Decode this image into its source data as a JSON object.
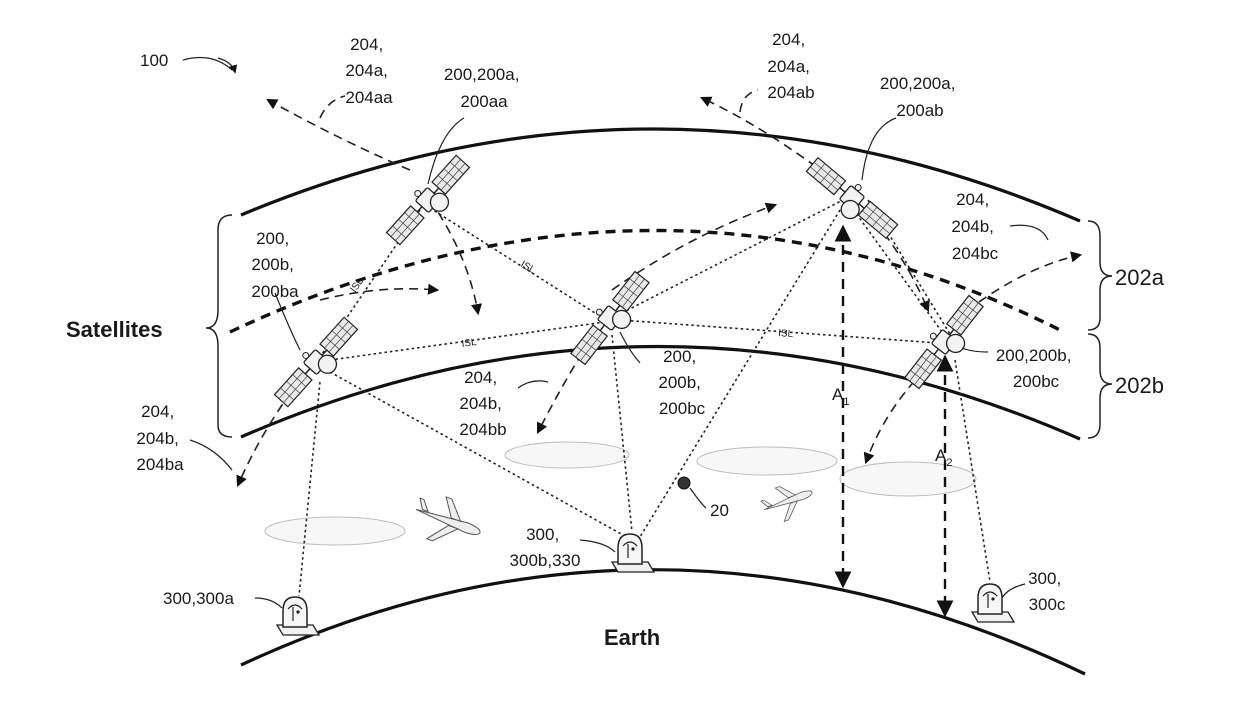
{
  "title": "100",
  "labels": {
    "satellites": "Satellites",
    "earth": "Earth",
    "layer_a": "202a",
    "layer_b": "202b",
    "altitude_1": "A",
    "altitude_1_sub": "1",
    "altitude_2": "A",
    "altitude_2_sub": "2",
    "isl": "ISL",
    "object": "20"
  },
  "callouts": {
    "path_aa": [
      "204,",
      "204a,",
      "204aa"
    ],
    "sat_aa": [
      "200,200a,",
      "200aa"
    ],
    "path_ab": [
      "204,",
      "204a,",
      "204ab"
    ],
    "sat_ab": [
      "200,200a,",
      "200ab"
    ],
    "path_bc": [
      "204,",
      "204b,",
      "204bc"
    ],
    "sat_ba": [
      "200,",
      "200b,",
      "200ba"
    ],
    "sat_bb": [
      "200,",
      "200b,",
      "200bc"
    ],
    "sat_bc": [
      "200,200b,",
      "200bc"
    ],
    "path_bb": [
      "204,",
      "204b,",
      "204bb"
    ],
    "path_ba": [
      "204,",
      "204b,",
      "204ba"
    ],
    "gs_a": [
      "300,300a"
    ],
    "gs_b": [
      "300,",
      "300b,330"
    ],
    "gs_c": [
      "300,",
      "300c"
    ]
  }
}
